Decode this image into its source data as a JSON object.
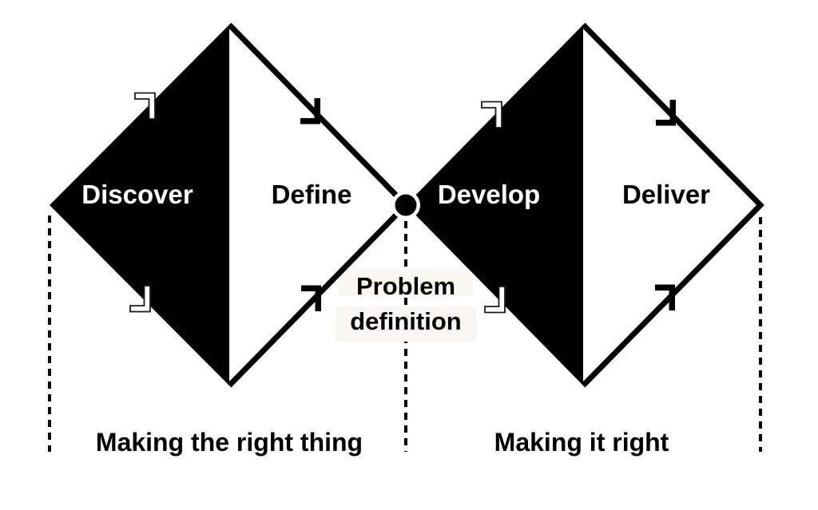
{
  "diagram": {
    "type": "double-diamond-design-process",
    "colors": {
      "ink": "#000000",
      "paper": "#ffffff",
      "note_background": "#f9f7f1"
    },
    "diamonds": [
      {
        "divergent_label": "Discover",
        "convergent_label": "Define",
        "caption": "Making the right thing"
      },
      {
        "divergent_label": "Develop",
        "convergent_label": "Deliver",
        "caption": "Making it right"
      }
    ],
    "center_marker": {
      "label_lines": [
        "Problem",
        "definition"
      ]
    },
    "icons": {
      "flow_arrow_up_right": "corner-half-arrow pointing up-right",
      "flow_arrow_down_right": "corner-half-arrow pointing down-right"
    }
  }
}
